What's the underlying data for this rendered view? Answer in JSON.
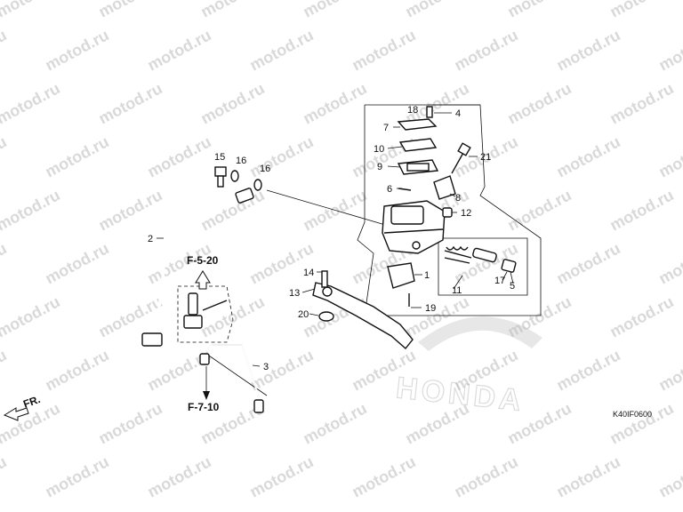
{
  "watermark": "motod.ru",
  "logo_text": "HONDA",
  "diagram_code": "K40IF0600",
  "refs": {
    "f520": "F-5-20",
    "f710": "F-7-10",
    "front": "FR."
  },
  "callouts": [
    {
      "id": "1",
      "text": "1"
    },
    {
      "id": "2",
      "text": "2"
    },
    {
      "id": "3",
      "text": "3"
    },
    {
      "id": "4",
      "text": "4"
    },
    {
      "id": "5",
      "text": "5"
    },
    {
      "id": "6",
      "text": "6"
    },
    {
      "id": "7",
      "text": "7"
    },
    {
      "id": "8",
      "text": "8"
    },
    {
      "id": "9",
      "text": "9"
    },
    {
      "id": "10",
      "text": "10"
    },
    {
      "id": "11",
      "text": "11"
    },
    {
      "id": "12",
      "text": "12"
    },
    {
      "id": "13",
      "text": "13"
    },
    {
      "id": "14",
      "text": "14"
    },
    {
      "id": "15",
      "text": "15"
    },
    {
      "id": "16a",
      "text": "16"
    },
    {
      "id": "16b",
      "text": "16"
    },
    {
      "id": "17",
      "text": "17"
    },
    {
      "id": "18",
      "text": "18"
    },
    {
      "id": "19",
      "text": "19"
    },
    {
      "id": "20",
      "text": "20"
    },
    {
      "id": "21",
      "text": "21"
    }
  ]
}
